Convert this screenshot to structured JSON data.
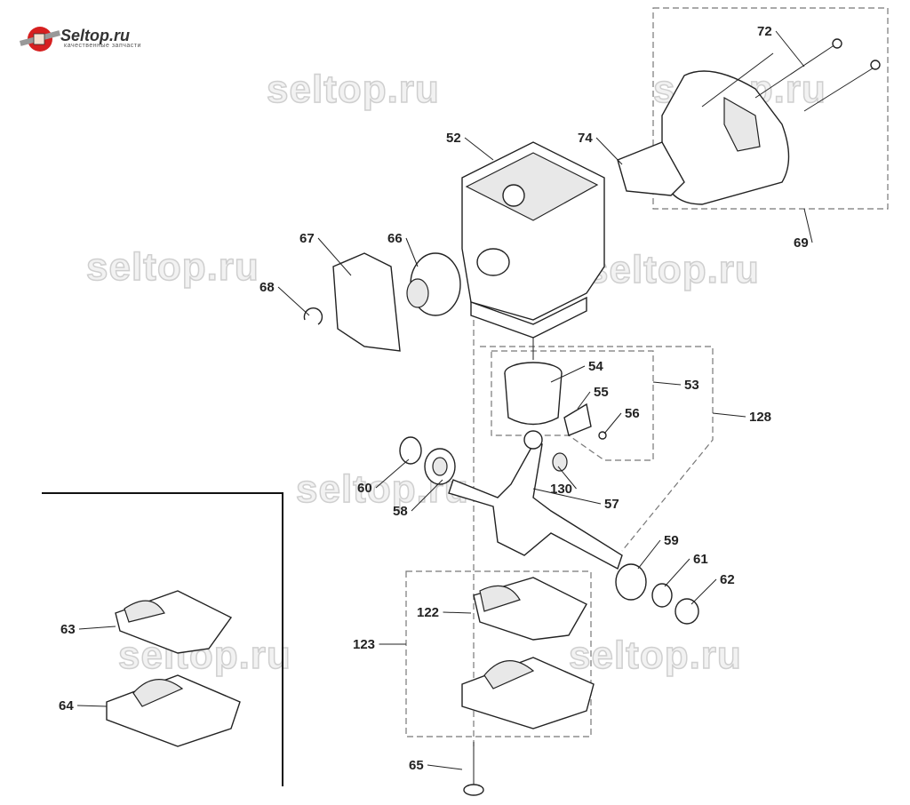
{
  "logo": {
    "title": "Seltop.ru",
    "subtitle": "качественные запчасти"
  },
  "watermark": "seltop.ru",
  "callouts": [
    "72",
    "52",
    "74",
    "69",
    "67",
    "66",
    "68",
    "54",
    "55",
    "53",
    "56",
    "128",
    "60",
    "130",
    "57",
    "58",
    "59",
    "61",
    "62",
    "122",
    "63",
    "123",
    "64",
    "65"
  ]
}
